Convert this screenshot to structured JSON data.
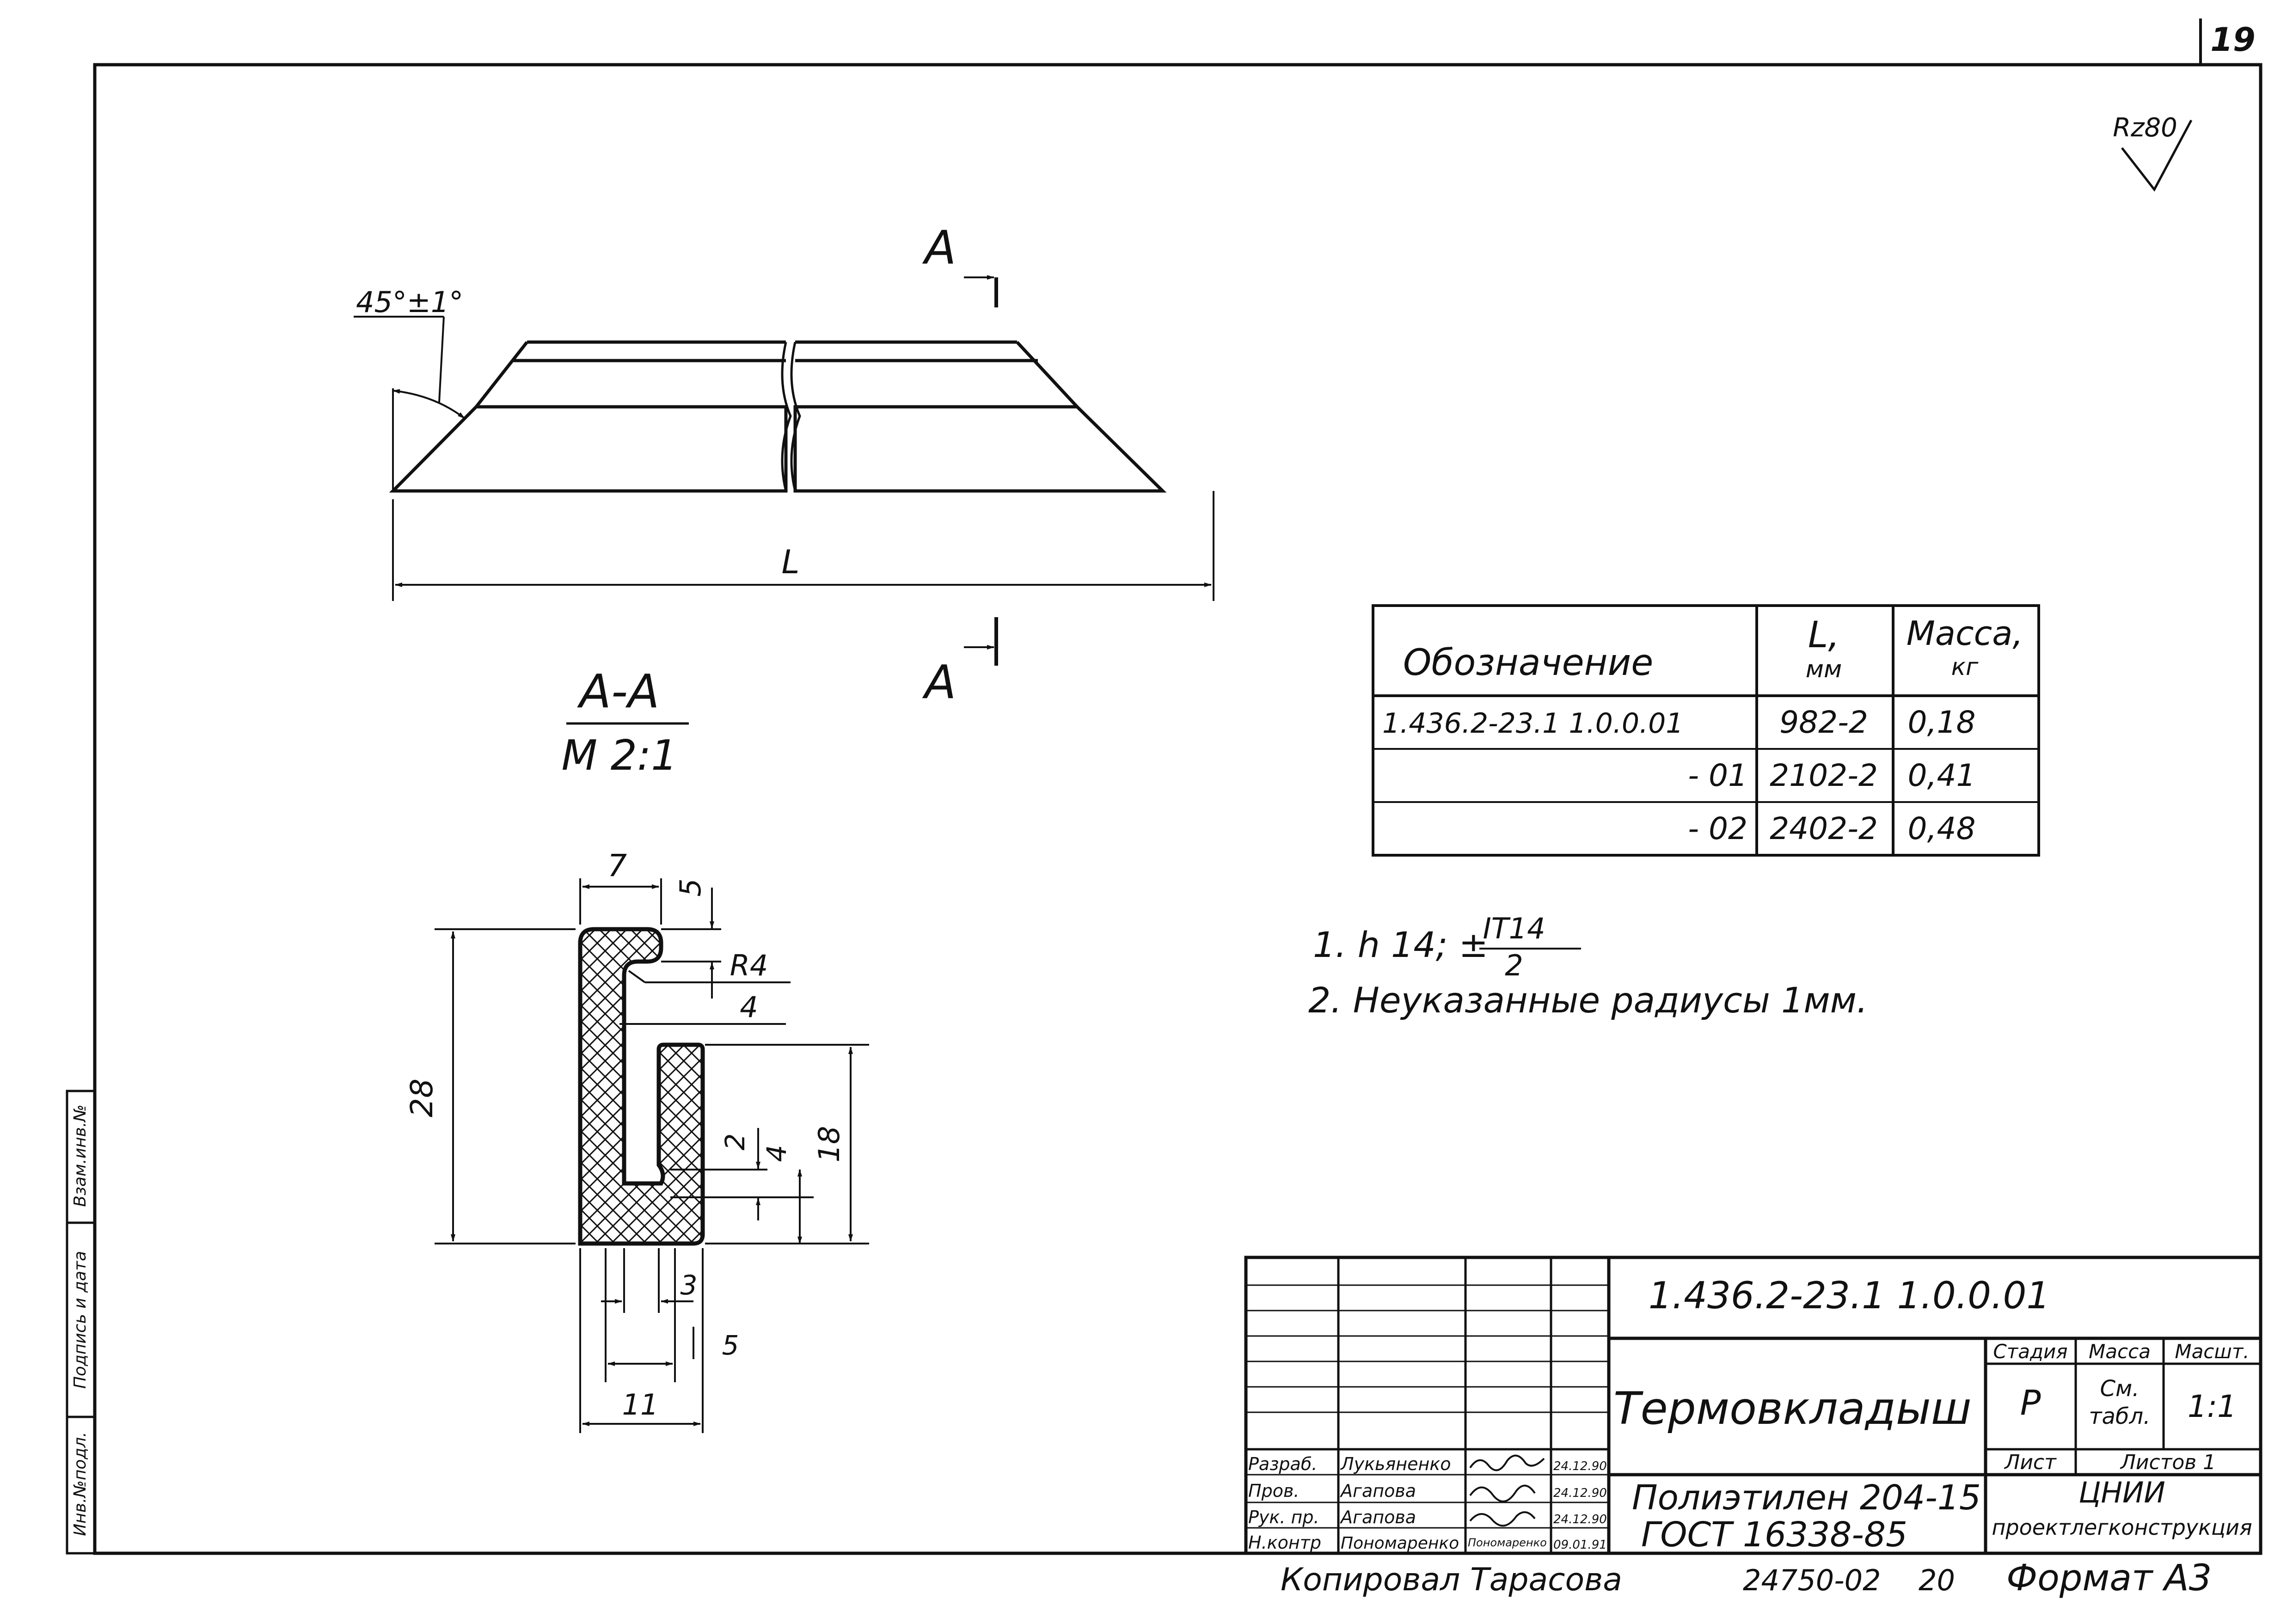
{
  "sheet": {
    "page_number": "19",
    "copied_by": "Копировал Тарасова",
    "archive_number": "24750-02",
    "archive_sheet": "20",
    "format": "Формат А3",
    "roughness": "Rz80"
  },
  "views": {
    "angle": "45°±1°",
    "length_label": "L",
    "section_letter": "А",
    "section_title": "А-А",
    "section_scale": "М 2:1",
    "radius_label": "R4"
  },
  "section_dimensions": {
    "top_width": "7",
    "lip_height": "5",
    "overall_height": "28",
    "gap": "4",
    "leg_height": "18",
    "slot": "2",
    "slot_depth": "4",
    "web": "3",
    "offset": "5",
    "overall_width": "11"
  },
  "spec_table": {
    "header_designation": "Обозначение",
    "header_length": "L,",
    "header_length_unit": "мм",
    "header_mass": "Масса,",
    "header_mass_unit": "кг",
    "rows": [
      {
        "designation": "1.436.2-23.1 1.0.0.01",
        "length": "982-2",
        "mass": "0,18"
      },
      {
        "designation": "- 01",
        "length": "2102-2",
        "mass": "0,41"
      },
      {
        "designation": "- 02",
        "length": "2402-2",
        "mass": "0,48"
      }
    ]
  },
  "notes": {
    "n1_prefix": "1.  h 14; ±",
    "n1_numerator": "IT14",
    "n1_denominator": "2",
    "n2": "2. Неуказанные радиусы 1мм."
  },
  "title_block": {
    "doc_code": "1.436.2-23.1   1.0.0.01",
    "part_name": "Термовкладыш",
    "material_line1": "Полиэтилен 204-15",
    "material_line2": "ГОСТ 16338-85",
    "stage_label": "Стадия",
    "mass_label": "Масса",
    "scale_label": "Масшт.",
    "stage_value": "Р",
    "mass_value_1": "См.",
    "mass_value_2": "табл.",
    "scale_value": "1:1",
    "sheet_label": "Лист",
    "sheets_label": "Листов 1",
    "org_line1": "ЦНИИ",
    "org_line2": "проектлегконструкция",
    "roles": [
      {
        "role": "Разраб.",
        "name": "Лукьяненко",
        "date": "24.12.90"
      },
      {
        "role": "Пров.",
        "name": "Агапова",
        "date": "24.12.90"
      },
      {
        "role": "Рук. пр.",
        "name": "Агапова",
        "date": "24.12.90"
      },
      {
        "role": "Н.контр",
        "name": "Пономаренко",
        "sign": "Пономаренко",
        "date": "09.01.91"
      }
    ]
  },
  "margin_stamp": {
    "inv_podl": "Инв.№подл.",
    "sign_date": "Подпись и дата",
    "vzam": "Взам.инв.№"
  }
}
